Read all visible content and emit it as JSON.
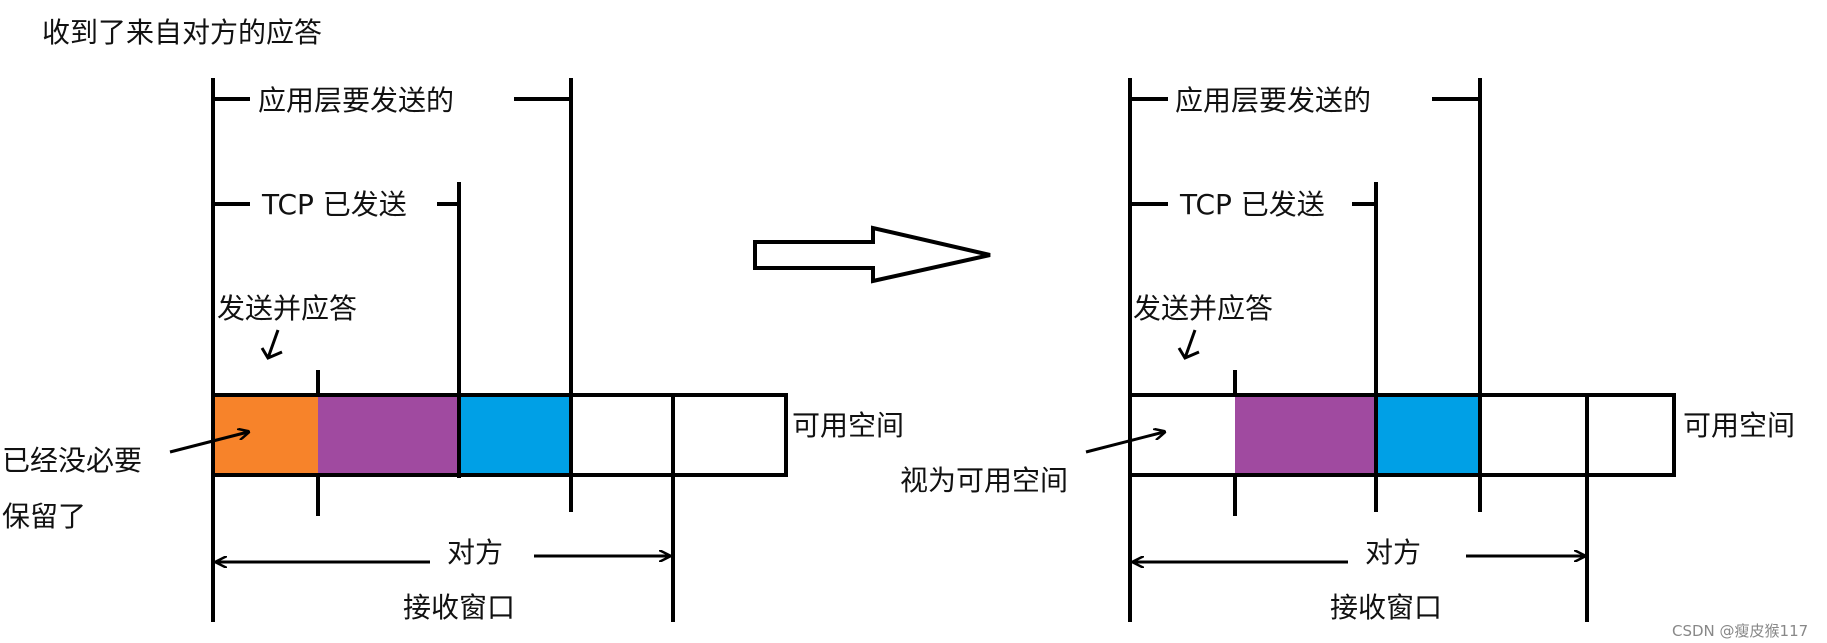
{
  "title": "收到了来自对方的应答",
  "left": {
    "app_to_send": "应用层要发送的",
    "tcp_sent": "TCP 已发送",
    "sent_acked": "发送并应答",
    "available": "可用空间",
    "no_need_line1": "已经没必要",
    "no_need_line2": "保留了",
    "peer": "对方",
    "recv_window": "接收窗口"
  },
  "right": {
    "app_to_send": "应用层要发送的",
    "tcp_sent": "TCP 已发送",
    "sent_acked": "发送并应答",
    "available": "可用空间",
    "treat_as_available": "视为可用空间",
    "peer": "对方",
    "recv_window": "接收窗口"
  },
  "watermark": "CSDN @瘦皮猴117",
  "colors": {
    "acked": "#F7832A",
    "sent": "#A04AA0",
    "ready": "#00A0E6",
    "stroke": "#000000"
  }
}
